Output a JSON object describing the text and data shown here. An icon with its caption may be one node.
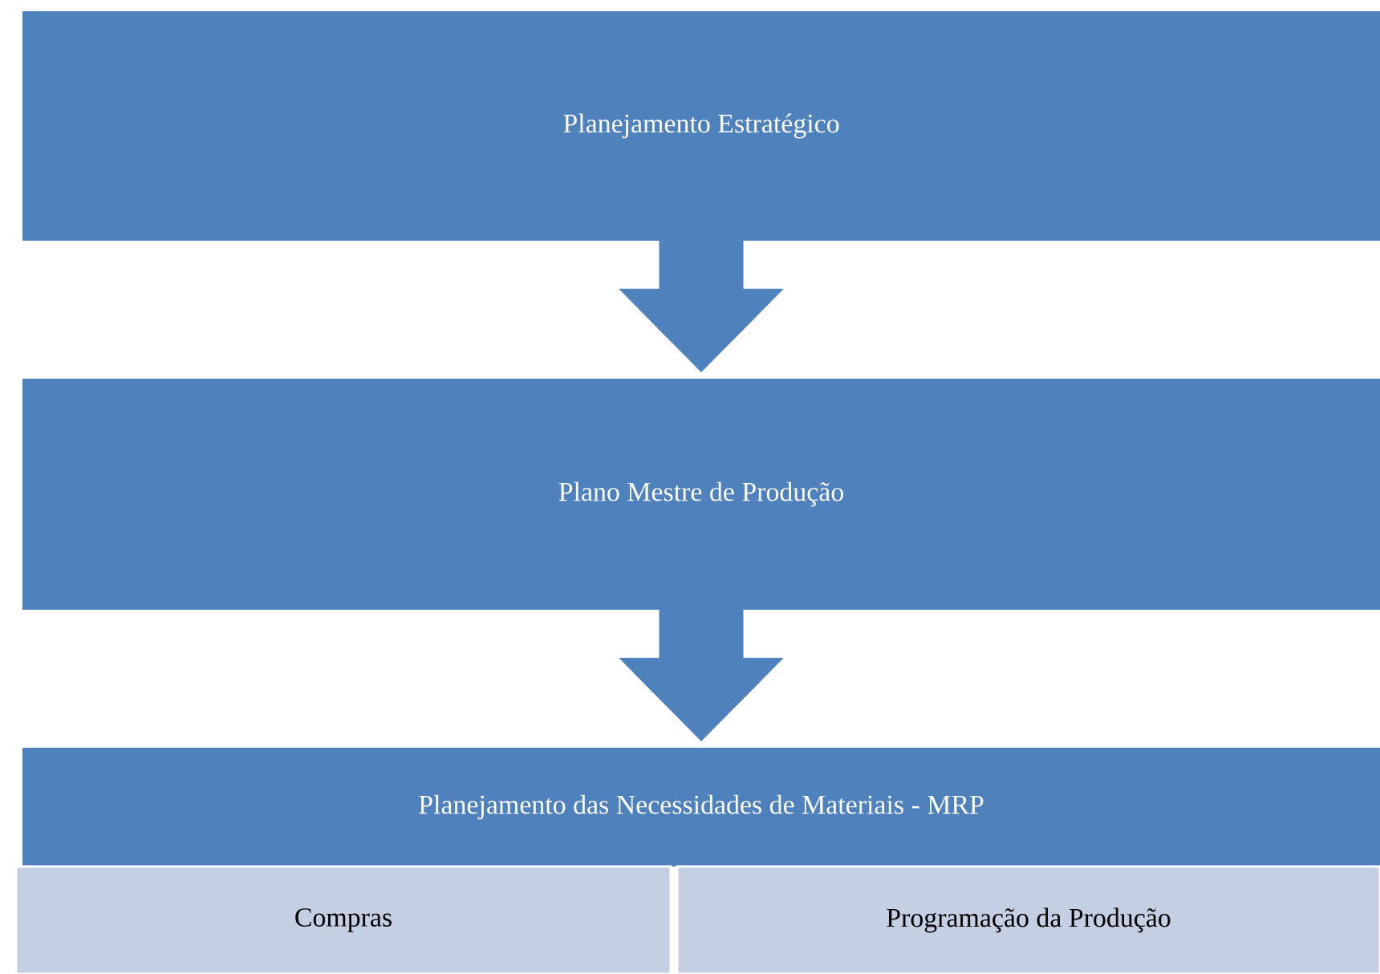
{
  "diagram": {
    "nodes": [
      {
        "text": [
          "Planejamento Estratégico"
        ]
      },
      {
        "text": [
          "Plano Mestre de Produção"
        ]
      },
      {
        "text": [
          "Planejamento das Necessidades de Materiais - MRP"
        ]
      },
      {
        "text": [
          "Compras"
        ]
      },
      {
        "text": [
          "Programação da Produção"
        ]
      }
    ],
    "edges": [
      {
        "from": 0,
        "to": 1,
        "arrow": "to"
      },
      {
        "from": 1,
        "to": 2,
        "arrow": "to"
      }
    ]
  }
}
